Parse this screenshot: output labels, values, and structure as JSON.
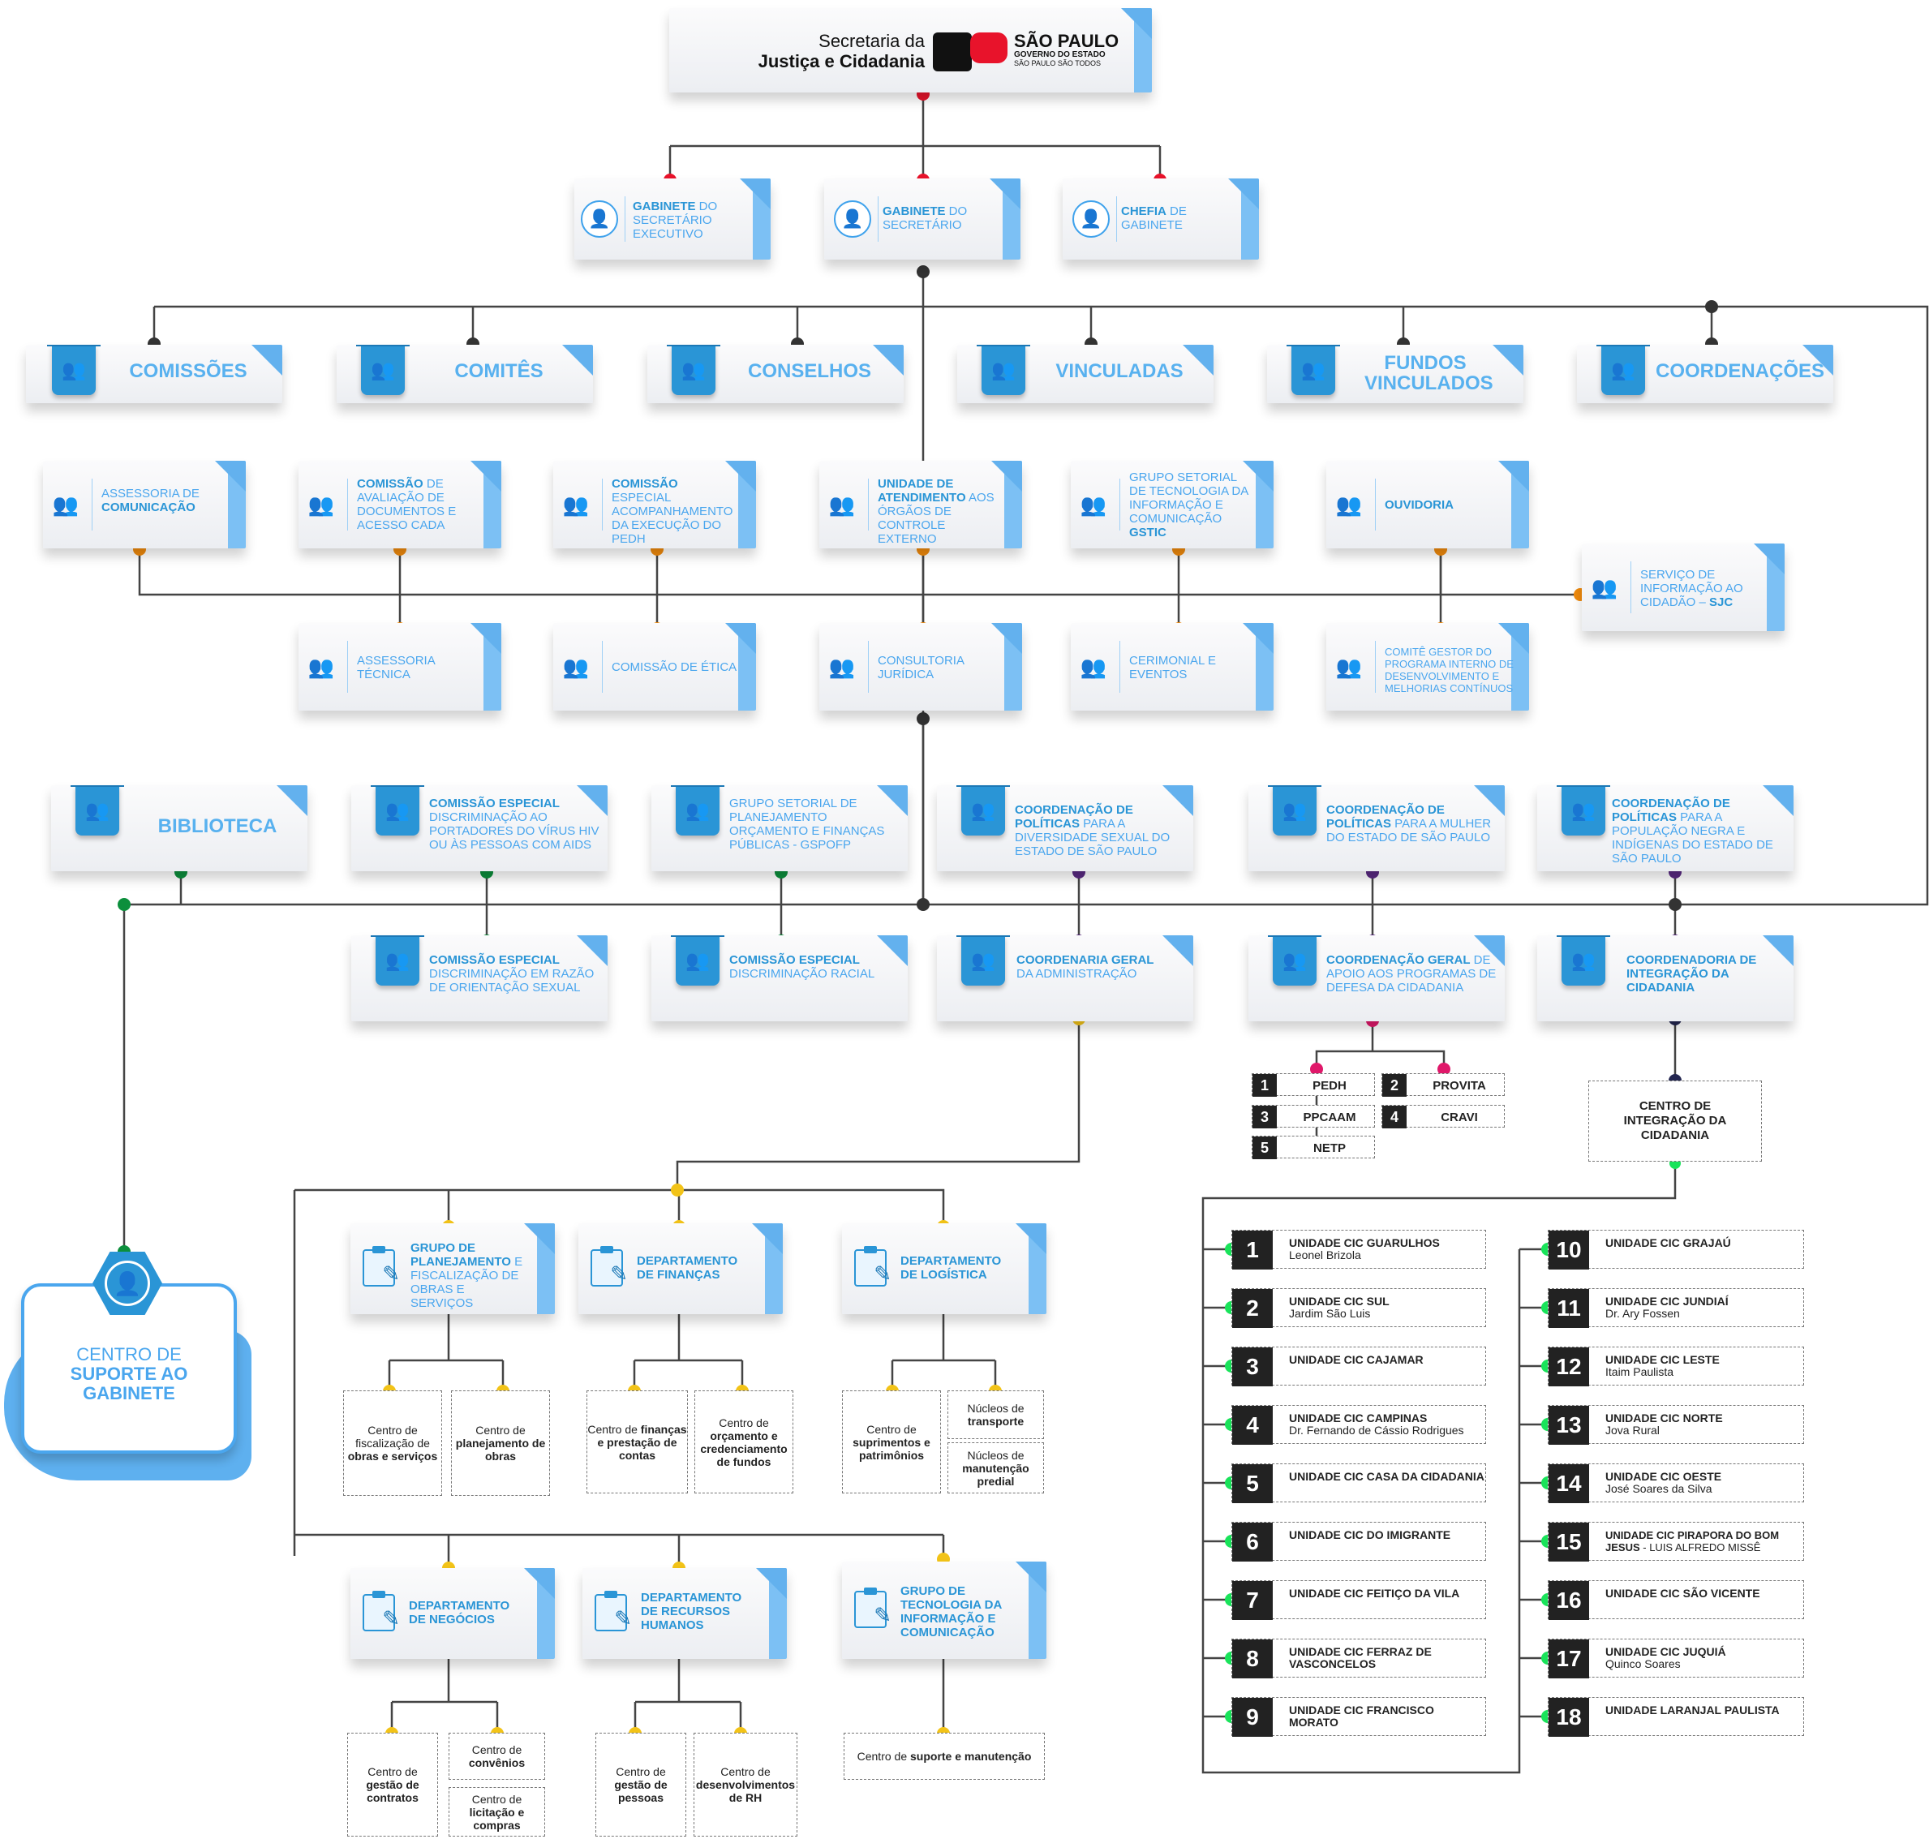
{
  "header": {
    "l1": "Secretaria da",
    "l2": "Justiça e Cidadania",
    "sp": "SÃO PAULO",
    "gov": "GOVERNO DO ESTADO",
    "slogan": "SÃO PAULO SÃO TODOS",
    "brand_red": "#e8132b"
  },
  "row1": [
    {
      "b": "GABINETE",
      "t": " DO SECRETÁRIO EXECUTIVO"
    },
    {
      "b": "GABINETE",
      "t": " DO SECRETÁRIO"
    },
    {
      "b": "CHEFIA",
      "t": " DE GABINETE"
    }
  ],
  "categories": [
    "COMISSÕES",
    "COMITÊS",
    "CONSELHOS",
    "VINCULADAS",
    "FUNDOS VINCULADOS",
    "COORDENAÇÕES"
  ],
  "row3": [
    {
      "a": "ASSESSORIA DE ",
      "b": "COMUNICAÇÃO",
      "c": ""
    },
    {
      "a": "",
      "b": "COMISSÃO",
      "c": " DE AVALIAÇÃO DE DOCUMENTOS E ACESSO CADA"
    },
    {
      "a": "",
      "b": "COMISSÃO",
      "c": " ESPECIAL ACOMPANHAMENTO DA EXECUÇÃO DO PEDH"
    },
    {
      "a": "",
      "b": "UNIDADE DE ATENDIMENTO",
      "c": " AOS ÓRGÃOS DE CONTROLE EXTERNO"
    },
    {
      "a": "GRUPO SETORIAL DE TECNOLOGIA DA INFORMAÇÃO E COMUNICAÇÃO ",
      "b": "GSTIC",
      "c": ""
    },
    {
      "a": "",
      "b": "OUVIDORIA",
      "c": ""
    }
  ],
  "sic": {
    "a": "SERVIÇO DE INFORMAÇÃO AO CIDADÃO – ",
    "b": "SJC"
  },
  "row4": [
    "ASSESSORIA TÉCNICA",
    "COMISSÃO DE ÉTICA",
    "CONSULTORIA JURÍDICA",
    "CERIMONIAL E EVENTOS",
    "COMITÊ GESTOR DO PROGRAMA INTERNO DE DESENVOLVIMENTO E MELHORIAS CONTÍNUOS"
  ],
  "row5": [
    {
      "b": "BIBLIOTECA",
      "t": ""
    },
    {
      "b": "COMISSÃO ESPECIAL",
      "t": " DISCRIMINAÇÃO AO PORTADORES DO VÍRUS HIV OU ÀS PESSOAS COM AIDS"
    },
    {
      "b": "",
      "t": "GRUPO SETORIAL DE PLANEJAMENTO ORÇAMENTO E FINANÇAS PÚBLICAS - GSPOFP"
    },
    {
      "b": "COORDENAÇÃO DE POLÍTICAS",
      "t": " PARA A DIVERSIDADE SEXUAL DO ESTADO DE SÃO PAULO"
    },
    {
      "b": "COORDENAÇÃO DE POLÍTICAS",
      "t": " PARA A MULHER DO ESTADO DE SÃO PAULO"
    },
    {
      "b": "COORDENAÇÃO DE POLÍTICAS",
      "t": " PARA A POPULAÇÃO NEGRA E INDÍGENAS DO ESTADO DE SÃO PAULO"
    }
  ],
  "row6": [
    {
      "b": "COMISSÃO ESPECIAL",
      "t": " DISCRIMINAÇÃO EM RAZÃO DE ORIENTAÇÃO SEXUAL"
    },
    {
      "b": "COMISSÃO ESPECIAL",
      "t": " DISCRIMINAÇÃO RACIAL"
    },
    {
      "b": "COORDENARIA GERAL",
      "t": " DA ADMINISTRAÇÃO"
    },
    {
      "b": "COORDENAÇÃO GERAL",
      "t": " DE APOIO AOS PROGRAMAS DE DEFESA DA CIDADANIA"
    },
    {
      "b": "COORDENADORIA DE INTEGRAÇÃO DA CIDADANIA",
      "t": ""
    }
  ],
  "programs": [
    {
      "n": "1",
      "name": "PEDH"
    },
    {
      "n": "2",
      "name": "PROVITA"
    },
    {
      "n": "3",
      "name": "PPCAAM"
    },
    {
      "n": "4",
      "name": "CRAVI"
    },
    {
      "n": "5",
      "name": "NETP"
    }
  ],
  "cic_center": "CENTRO DE INTEGRAÇÃO DA CIDADANIA",
  "suporte": {
    "l1": "CENTRO DE",
    "l2": "SUPORTE AO GABINETE"
  },
  "depts": [
    {
      "b": "GRUPO DE PLANEJAMENTO",
      "t": " E FISCALIZAÇÃO DE OBRAS E SERVIÇOS"
    },
    {
      "b": "DEPARTAMENTO DE FINANÇAS",
      "t": ""
    },
    {
      "b": "DEPARTAMENTO DE LOGÍSTICA",
      "t": ""
    },
    {
      "b": "DEPARTAMENTO DE NEGÓCIOS",
      "t": ""
    },
    {
      "b": "DEPARTAMENTO DE RECURSOS HUMANOS",
      "t": ""
    },
    {
      "b": "GRUPO DE TECNOLOGIA DA INFORMAÇÃO E COMUNICAÇÃO",
      "t": ""
    }
  ],
  "centers": [
    {
      "a": "Centro de fiscalização de ",
      "b": "obras e serviços"
    },
    {
      "a": "Centro de ",
      "b": "planejamento de obras"
    },
    {
      "a": "Centro de ",
      "b": "finanças e prestação de contas"
    },
    {
      "a": "Centro de ",
      "b": "orçamento e credenciamento de fundos"
    },
    {
      "a": "Centro de ",
      "b": "suprimentos e patrimônios"
    },
    {
      "a": "Núcleos de ",
      "b": "transporte"
    },
    {
      "a": "Núcleos de ",
      "b": "manutenção predial"
    },
    {
      "a": "Centro de ",
      "b": "gestão de contratos"
    },
    {
      "a": "Centro de ",
      "b": "convênios"
    },
    {
      "a": "Centro de ",
      "b": "licitação e compras"
    },
    {
      "a": "Centro de ",
      "b": "gestão de pessoas"
    },
    {
      "a": "Centro de ",
      "b": "desenvolvimentos de RH"
    },
    {
      "a": "Centro de ",
      "b": "suporte e manutenção"
    }
  ],
  "units": [
    {
      "n": "1",
      "name": "UNIDADE CIC GUARULHOS",
      "sub": "Leonel Brizola"
    },
    {
      "n": "2",
      "name": "UNIDADE CIC SUL",
      "sub": "Jardim São Luis"
    },
    {
      "n": "3",
      "name": "UNIDADE CIC CAJAMAR",
      "sub": ""
    },
    {
      "n": "4",
      "name": "UNIDADE CIC CAMPINAS",
      "sub": "Dr. Fernando de Cássio Rodrigues"
    },
    {
      "n": "5",
      "name": "UNIDADE CIC CASA DA CIDADANIA",
      "sub": ""
    },
    {
      "n": "6",
      "name": "UNIDADE CIC DO IMIGRANTE",
      "sub": ""
    },
    {
      "n": "7",
      "name": "UNIDADE CIC FEITIÇO DA VILA",
      "sub": ""
    },
    {
      "n": "8",
      "name": "UNIDADE CIC FERRAZ DE VASCONCELOS",
      "sub": ""
    },
    {
      "n": "9",
      "name": "UNIDADE CIC FRANCISCO MORATO",
      "sub": ""
    },
    {
      "n": "10",
      "name": "UNIDADE CIC GRAJAÚ",
      "sub": ""
    },
    {
      "n": "11",
      "name": "UNIDADE CIC JUNDIAÍ",
      "sub": "Dr. Ary Fossen"
    },
    {
      "n": "12",
      "name": "UNIDADE CIC LESTE",
      "sub": "Itaim Paulista"
    },
    {
      "n": "13",
      "name": "UNIDADE CIC NORTE",
      "sub": "Jova Rural"
    },
    {
      "n": "14",
      "name": "UNIDADE CIC OESTE",
      "sub": "José Soares da Silva"
    },
    {
      "n": "15",
      "name": "UNIDADE CIC PIRAPORA DO BOM JESUS",
      "sub": "- LUIS ALFREDO MISSÊ"
    },
    {
      "n": "16",
      "name": "UNIDADE CIC SÃO VICENTE",
      "sub": ""
    },
    {
      "n": "17",
      "name": "UNIDADE CIC JUQUIÁ",
      "sub": "Quinco Soares"
    },
    {
      "n": "18",
      "name": "UNIDADE LARANJAL PAULISTA",
      "sub": ""
    }
  ],
  "colors": {
    "blue": "#2a95d6",
    "light_blue": "#7cc0f4",
    "red": "#e8132b",
    "orange": "#f08a0c",
    "green": "#0c8f3c",
    "purple": "#5a2a82",
    "yellow": "#f2c318",
    "pink": "#e0186a",
    "navy": "#22254f",
    "lime": "#19e35a",
    "dark": "#333333"
  }
}
